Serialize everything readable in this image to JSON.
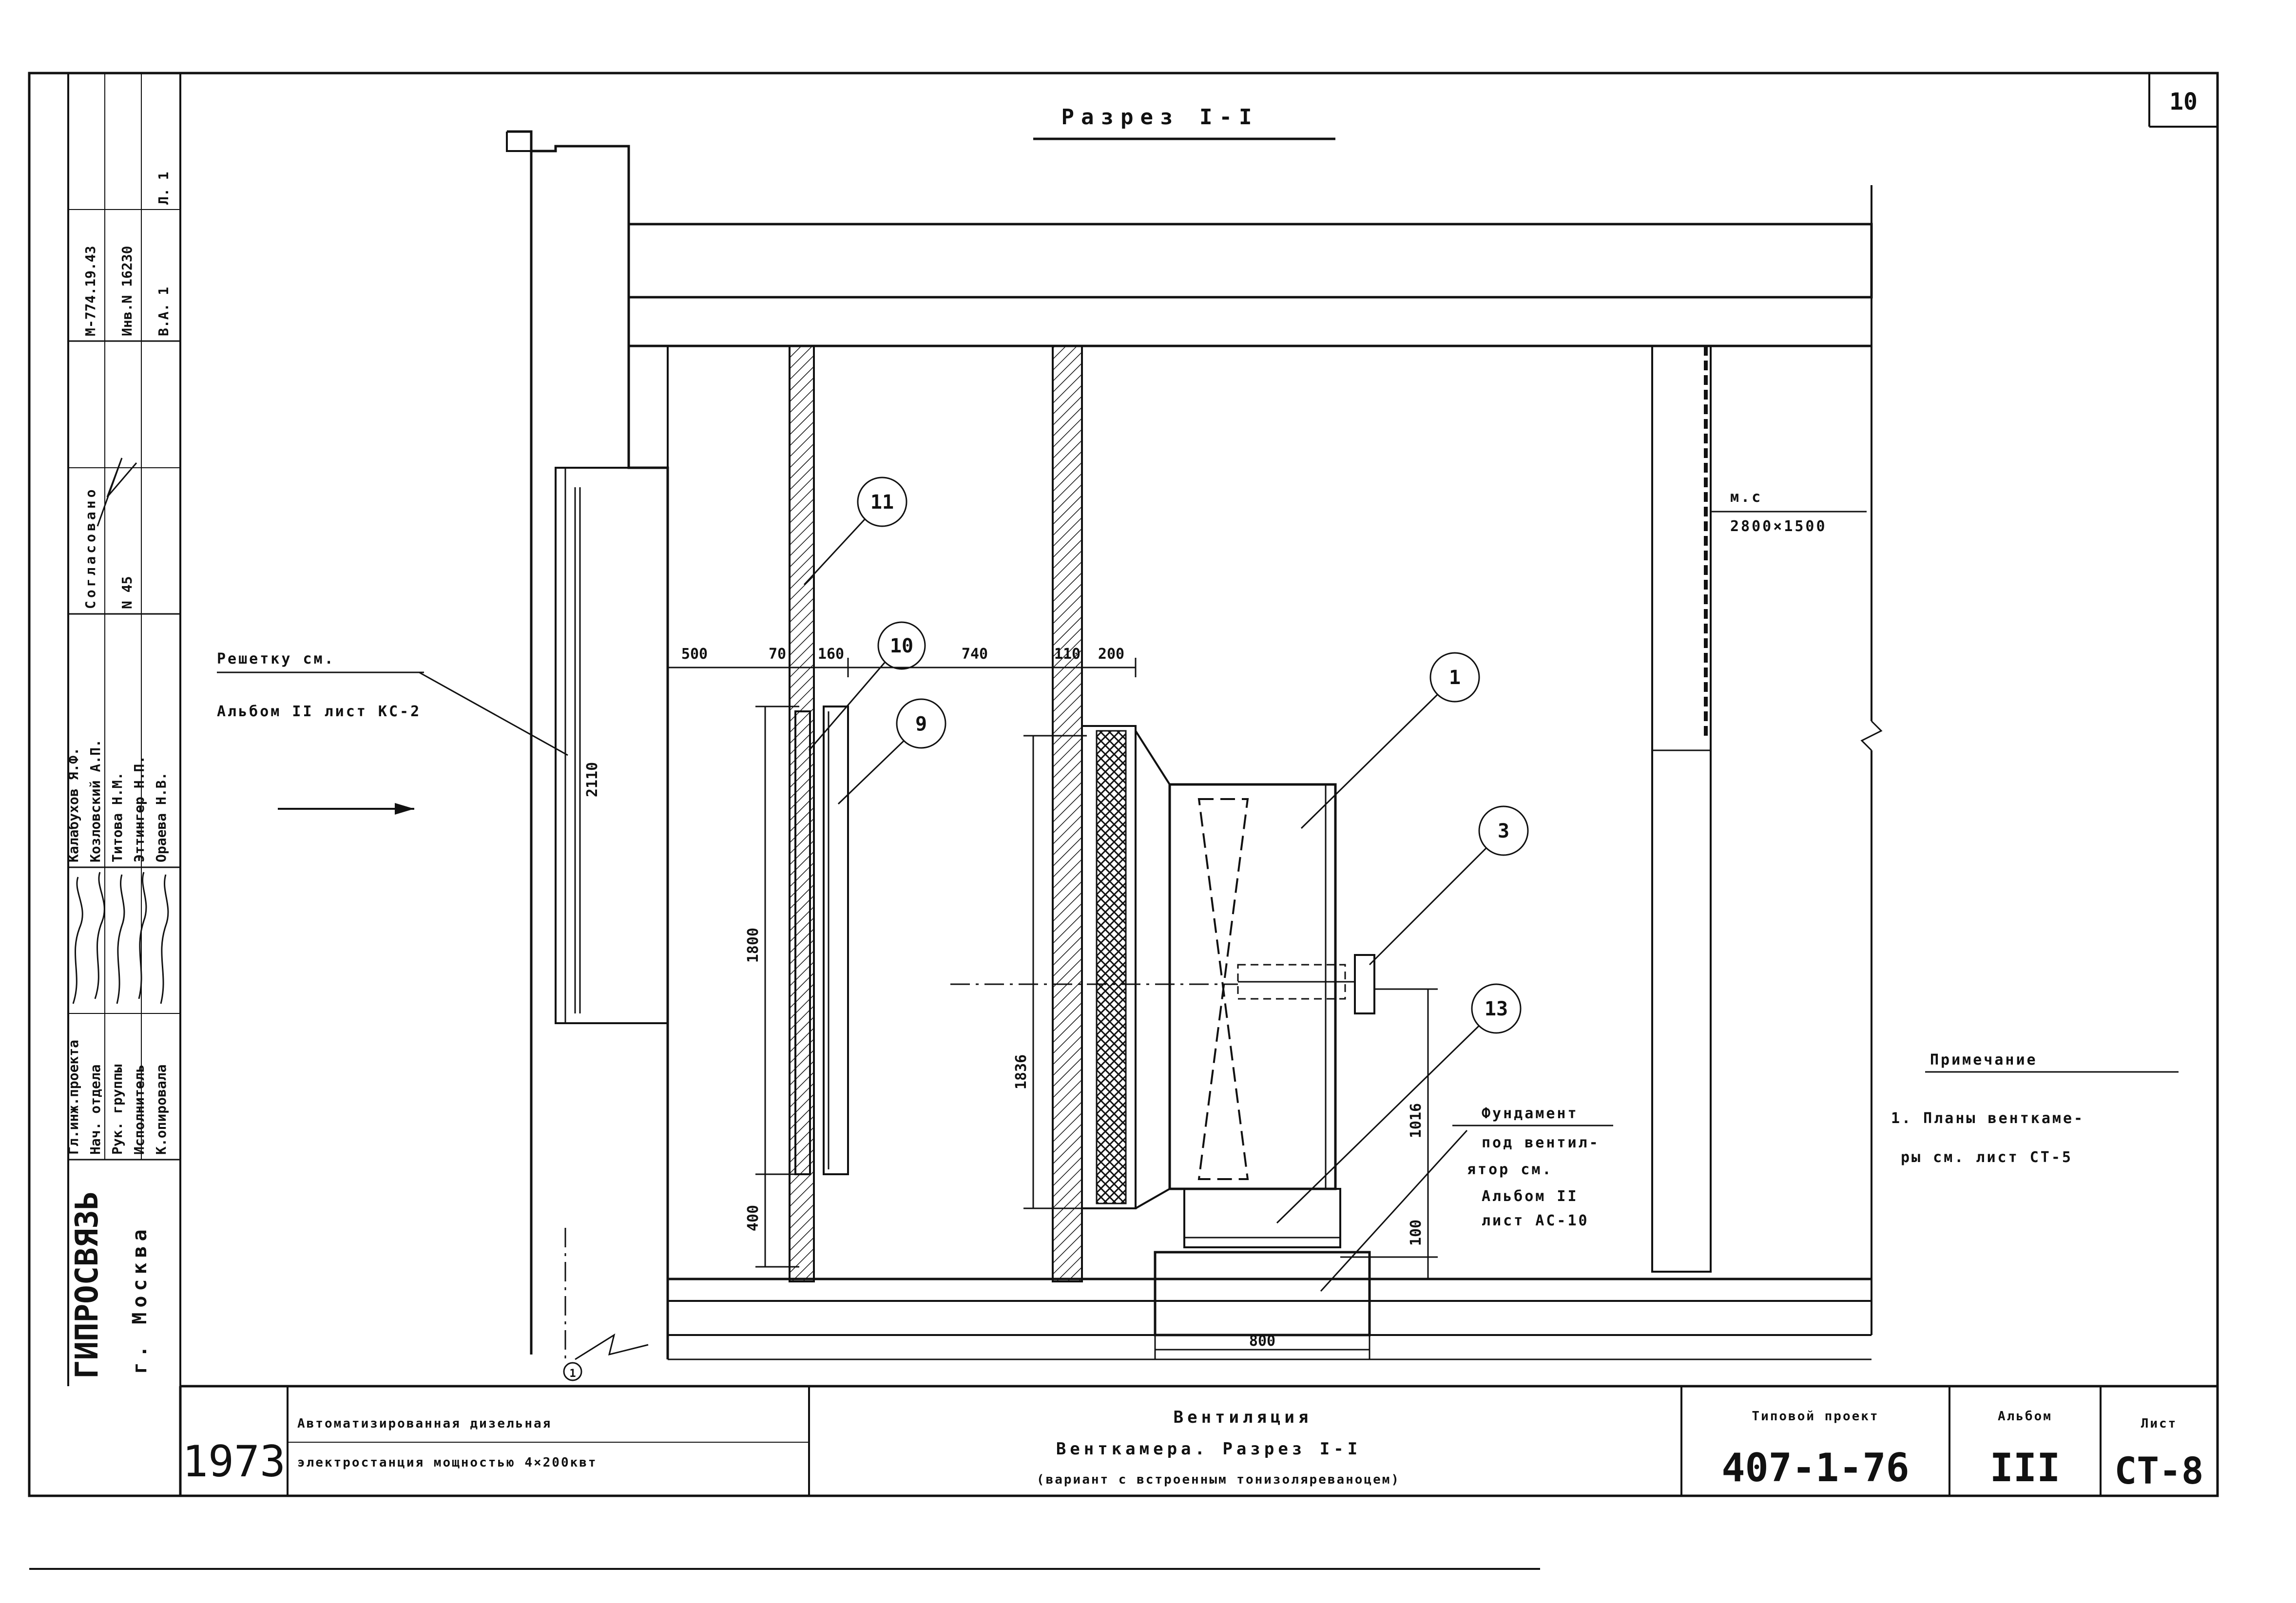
{
  "drawing": {
    "section_title": "Разрез I-I",
    "sheet_corner_number": "10",
    "grille_note": [
      "Решетку см.",
      "Альбом II лист КС-2"
    ],
    "opening_note": [
      "м.с",
      "2800×1500"
    ],
    "foundation_note": [
      "Фундамент",
      "под вентил-",
      "ятор см.",
      "Альбом II",
      "лист АС-10"
    ],
    "remark_title": "Примечание",
    "remark_text": [
      "1. Планы венткаме-",
      "ры см. лист СТ-5"
    ],
    "callouts": [
      "11",
      "10",
      "9",
      "1",
      "3",
      "13"
    ],
    "axis_mark": "1",
    "dimensions": {
      "top_row": [
        "500",
        "70",
        "160",
        "740",
        "110",
        "200"
      ],
      "grille_height": "2110",
      "left_height": "1800",
      "left_base": "400",
      "fan_height": "1836",
      "fan_axis": "1016",
      "foundation_height": "100",
      "foundation_width": "800"
    }
  },
  "title_block": {
    "year": "1973",
    "description": [
      "Автоматизированная дизельная",
      "электростанция мощностью 4×200квт"
    ],
    "sheet_title": [
      "Вентиляция",
      "Венткамера. Разрез I-I",
      "(вариант с встроенным тонизоляреваноцем)"
    ],
    "project_label": "Типовой проект",
    "project_number": "407-1-76",
    "album_label": "Альбом",
    "album_number": "III",
    "sheet_label": "Лист",
    "sheet_number": "СТ-8",
    "org": "ГИПРОСВЯЗЬ",
    "city": "г. Москва"
  },
  "side_stamp": {
    "doc_number": "М-774.19.43",
    "inv_number": "Инв.N 16230",
    "agreed": "Согласовано",
    "agreed_no": "N 45",
    "b_a": "В.А. 1",
    "l_a": "Л. 1",
    "roles": [
      "Гл.инж.проекта",
      "Нач. отдела",
      "Рук. группы",
      "Исполнитель",
      "К.опировала"
    ],
    "names": [
      "Калабухов Я.Ф.",
      "Козловский А.П.",
      "Титова Н.М.",
      "Эттингер Н.П.",
      "Ораева Н.В."
    ]
  }
}
